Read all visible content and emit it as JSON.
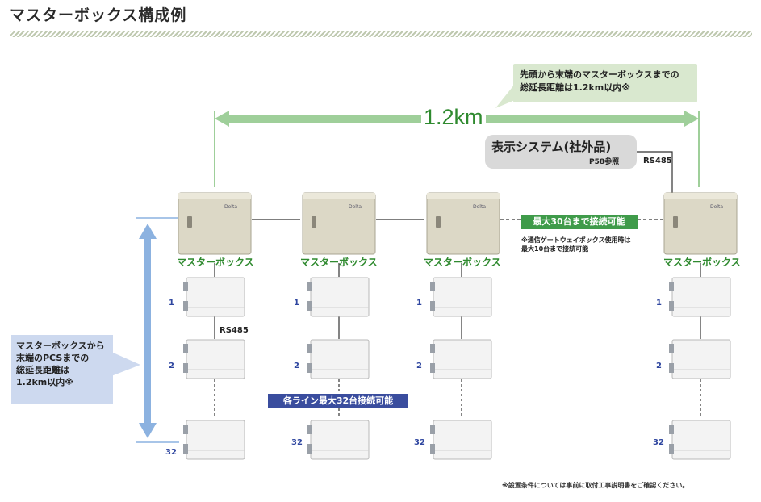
{
  "page": {
    "title": "マスターボックス構成例"
  },
  "callouts": {
    "top_line1": "先頭から末端のマスターボックスまでの",
    "top_line2": "総延長距離は1.2km以内※",
    "span_value": "1.2km",
    "left_line1": "マスターボックスから",
    "left_line2": "末端のPCSまでの",
    "left_line3": "総延長距離は",
    "left_line4": "1.2km以内※"
  },
  "display_system": {
    "title": "表示システム(社外品)",
    "ref": "P58参照",
    "link": "RS485"
  },
  "masters": [
    {
      "label": "マスターボックス"
    },
    {
      "label": "マスターボックス"
    },
    {
      "label": "マスターボックス"
    },
    {
      "label": "マスターボックス"
    }
  ],
  "pcs_labels": {
    "first": "1",
    "second": "2",
    "last": "32"
  },
  "rs485_label": "RS485",
  "tags": {
    "max_masters": "最大30台まで接続可能",
    "max_masters_note1": "※通信ゲートウェイボックス使用時は",
    "max_masters_note2": "最大10台まで接続可能",
    "per_line": "各ライン最大32台接続可能"
  },
  "footnote": "※設置条件については事前に取付工事説明書をご確認ください。",
  "colors": {
    "green": "#3f9b4a",
    "light_green": "#d9e8cf",
    "blue": "#3a4d9e",
    "light_blue": "#cdd9ef"
  }
}
